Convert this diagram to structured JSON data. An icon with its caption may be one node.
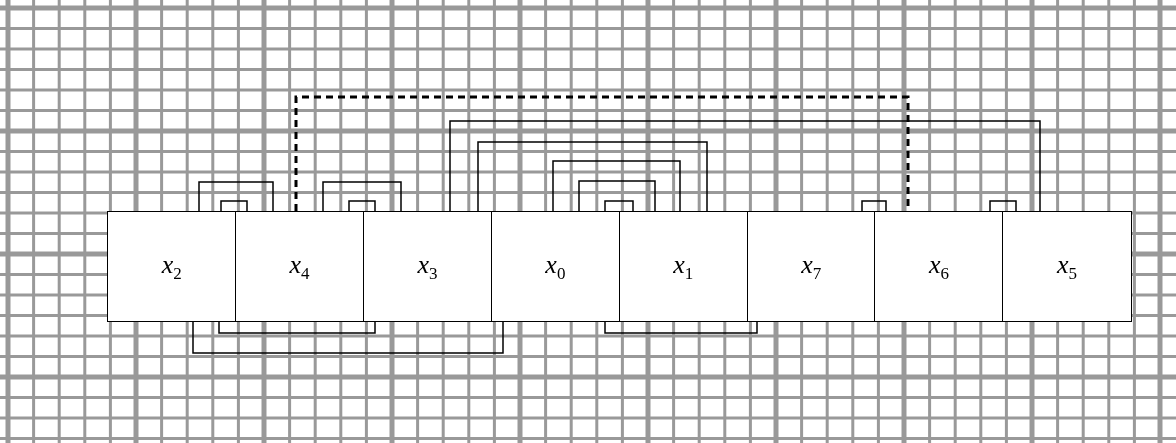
{
  "diagram": {
    "nodes": [
      {
        "text": [
          "*x*$_{2}$"
        ]
      },
      {
        "text": [
          "*x*$_{4}$"
        ]
      },
      {
        "text": [
          "*x*$_{3}$"
        ]
      },
      {
        "text": [
          "*x*$_{0}$"
        ]
      },
      {
        "text": [
          "*x*$_{1}$"
        ]
      },
      {
        "text": [
          "*x*$_{7}$"
        ]
      },
      {
        "text": [
          "*x*$_{6}$"
        ]
      },
      {
        "text": [
          "*x*$_{5}$"
        ]
      }
    ],
    "edges": [
      {
        "from": 0,
        "to": 1,
        "arrow": "none"
      },
      {
        "from": 0,
        "to": 1,
        "arrow": "none"
      },
      {
        "from": 1,
        "to": 2,
        "arrow": "none"
      },
      {
        "from": 1,
        "to": 2,
        "arrow": "none"
      },
      {
        "from": 1,
        "to": 6,
        "arrow": "none",
        "style": "dashed"
      },
      {
        "from": 2,
        "to": 7,
        "arrow": "none"
      },
      {
        "from": 2,
        "to": 4,
        "arrow": "none"
      },
      {
        "from": 3,
        "to": 4,
        "arrow": "none"
      },
      {
        "from": 3,
        "to": 4,
        "arrow": "none"
      },
      {
        "from": 3,
        "to": 4,
        "arrow": "none"
      },
      {
        "from": 5,
        "to": 6,
        "arrow": "none"
      },
      {
        "from": 6,
        "to": 7,
        "arrow": "none"
      },
      {
        "from": 0,
        "to": 2,
        "arrow": "none"
      },
      {
        "from": 0,
        "to": 3,
        "arrow": "none"
      },
      {
        "from": 3,
        "to": 5,
        "arrow": "none"
      }
    ]
  }
}
